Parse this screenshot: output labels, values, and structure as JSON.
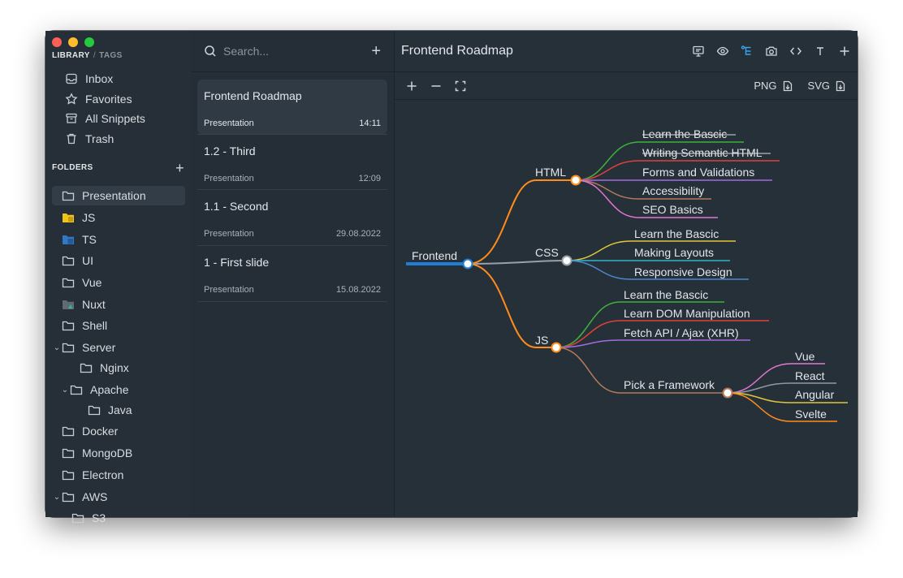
{
  "library": {
    "tab_library": "LIBRARY",
    "separator": "/",
    "tab_tags": "TAGS",
    "items": [
      {
        "label": "Inbox",
        "icon": "inbox-icon"
      },
      {
        "label": "Favorites",
        "icon": "star-icon"
      },
      {
        "label": "All Snippets",
        "icon": "archive-icon"
      },
      {
        "label": "Trash",
        "icon": "trash-icon"
      }
    ]
  },
  "folders": {
    "header": "FOLDERS",
    "add_label": "+",
    "items": [
      {
        "label": "Presentation"
      },
      {
        "label": "JS"
      },
      {
        "label": "TS"
      },
      {
        "label": "UI"
      },
      {
        "label": "Vue"
      },
      {
        "label": "Nuxt"
      },
      {
        "label": "Shell"
      },
      {
        "label": "Server"
      },
      {
        "label": "Nginx"
      },
      {
        "label": "Apache"
      },
      {
        "label": "Java"
      },
      {
        "label": "Docker"
      },
      {
        "label": "MongoDB"
      },
      {
        "label": "Electron"
      },
      {
        "label": "AWS"
      },
      {
        "label": "S3"
      }
    ]
  },
  "search": {
    "placeholder": "Search...",
    "add_label": "+"
  },
  "snippets": [
    {
      "title": "Frontend Roadmap",
      "folder": "Presentation",
      "time": "14:11"
    },
    {
      "title": "1.2 - Third",
      "folder": "Presentation",
      "time": "12:09"
    },
    {
      "title": "1.1 - Second",
      "folder": "Presentation",
      "time": "29.08.2022"
    },
    {
      "title": "1 - First slide",
      "folder": "Presentation",
      "time": "15.08.2022"
    }
  ],
  "editor": {
    "title": "Frontend Roadmap",
    "export_png": "PNG",
    "export_svg": "SVG",
    "tool_add": "+",
    "tool_text": "T"
  },
  "mindmap": {
    "root": "Frontend",
    "html": "HTML",
    "html_children": [
      "Learn the Bascic",
      "Writing Semantic HTML",
      "Forms and Validations",
      "Accessibility",
      "SEO Basics"
    ],
    "css": "CSS",
    "css_children": [
      "Learn the Bascic",
      "Making Layouts",
      "Responsive Design"
    ],
    "js": "JS",
    "js_children": [
      "Learn the Bascic",
      "Learn DOM Manipulation",
      "Fetch API / Ajax (XHR)",
      "Pick a Framework"
    ],
    "framework_children": [
      "Vue",
      "React",
      "Angular",
      "Svelte"
    ]
  },
  "colors": {
    "window_bg": "#263039",
    "accent_orange": "#ff8c1a",
    "root_blue": "#1f7fd6",
    "traffic_red": "#fe5f57",
    "traffic_yellow": "#febc2e",
    "traffic_green": "#28c840"
  }
}
